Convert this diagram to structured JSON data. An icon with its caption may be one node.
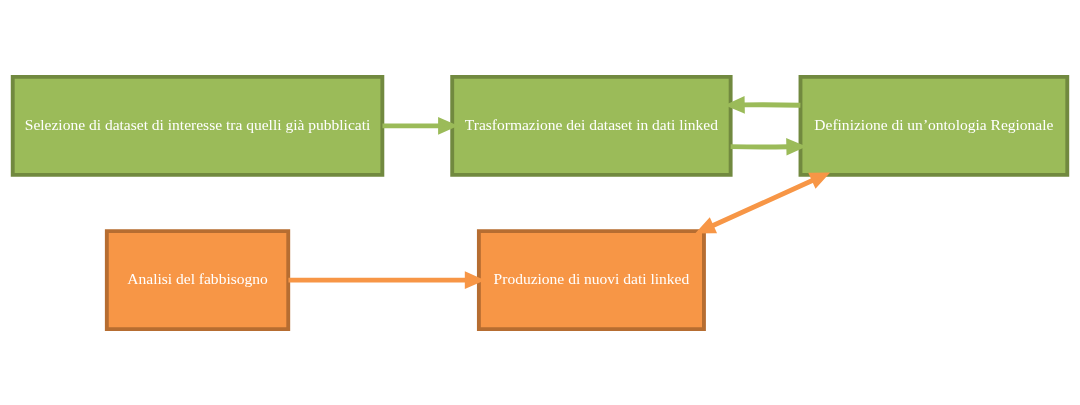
{
  "diagram": {
    "nodes": [
      {
        "text": [
          "Selezione di dataset di interesse tra quelli già pubblicati"
        ]
      },
      {
        "text": [
          "Trasformazione dei dataset in dati linked"
        ]
      },
      {
        "text": [
          "Definizione di un’ontologia Regionale"
        ]
      },
      {
        "text": [
          "Analisi del fabbisogno"
        ]
      },
      {
        "text": [
          "Produzione di nuovi dati linked"
        ]
      }
    ],
    "edges": [
      {
        "from": 0,
        "to": 1,
        "arrow": "to",
        "color": "#9bbb59"
      },
      {
        "from": 1,
        "to": 2,
        "arrow": "to",
        "color": "#9bbb59"
      },
      {
        "from": 2,
        "to": 1,
        "arrow": "to",
        "color": "#9bbb59"
      },
      {
        "from": 3,
        "to": 4,
        "arrow": "to",
        "color": "#f79646"
      },
      {
        "from": 4,
        "to": 2,
        "arrow": "both",
        "color": "#f79646"
      }
    ]
  }
}
